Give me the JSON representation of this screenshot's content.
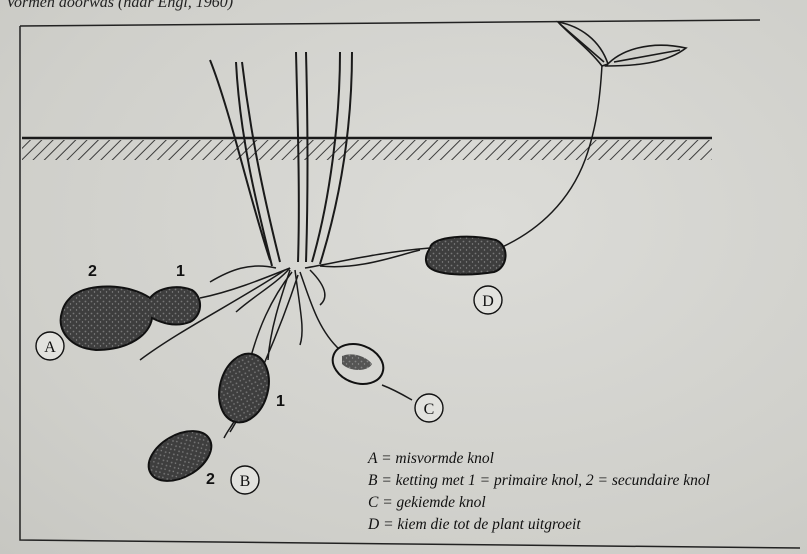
{
  "caption": "Vormen doorwas (naar Engl, 1960)",
  "labels": {
    "a": "A",
    "b": "B",
    "c": "C",
    "d": "D",
    "a_primary": "1",
    "a_secondary": "2",
    "b_primary": "1",
    "b_secondary": "2"
  },
  "legend": [
    "A = misvormde knol",
    "B = ketting met 1 = primaire knol, 2 = secundaire knol",
    "C = gekiemde knol",
    "D = kiem die tot de plant uitgroeit"
  ],
  "colors": {
    "ink": "#1a1a1a",
    "tuber_fill": "#3a3a3a",
    "background": "#d9d9d5"
  }
}
